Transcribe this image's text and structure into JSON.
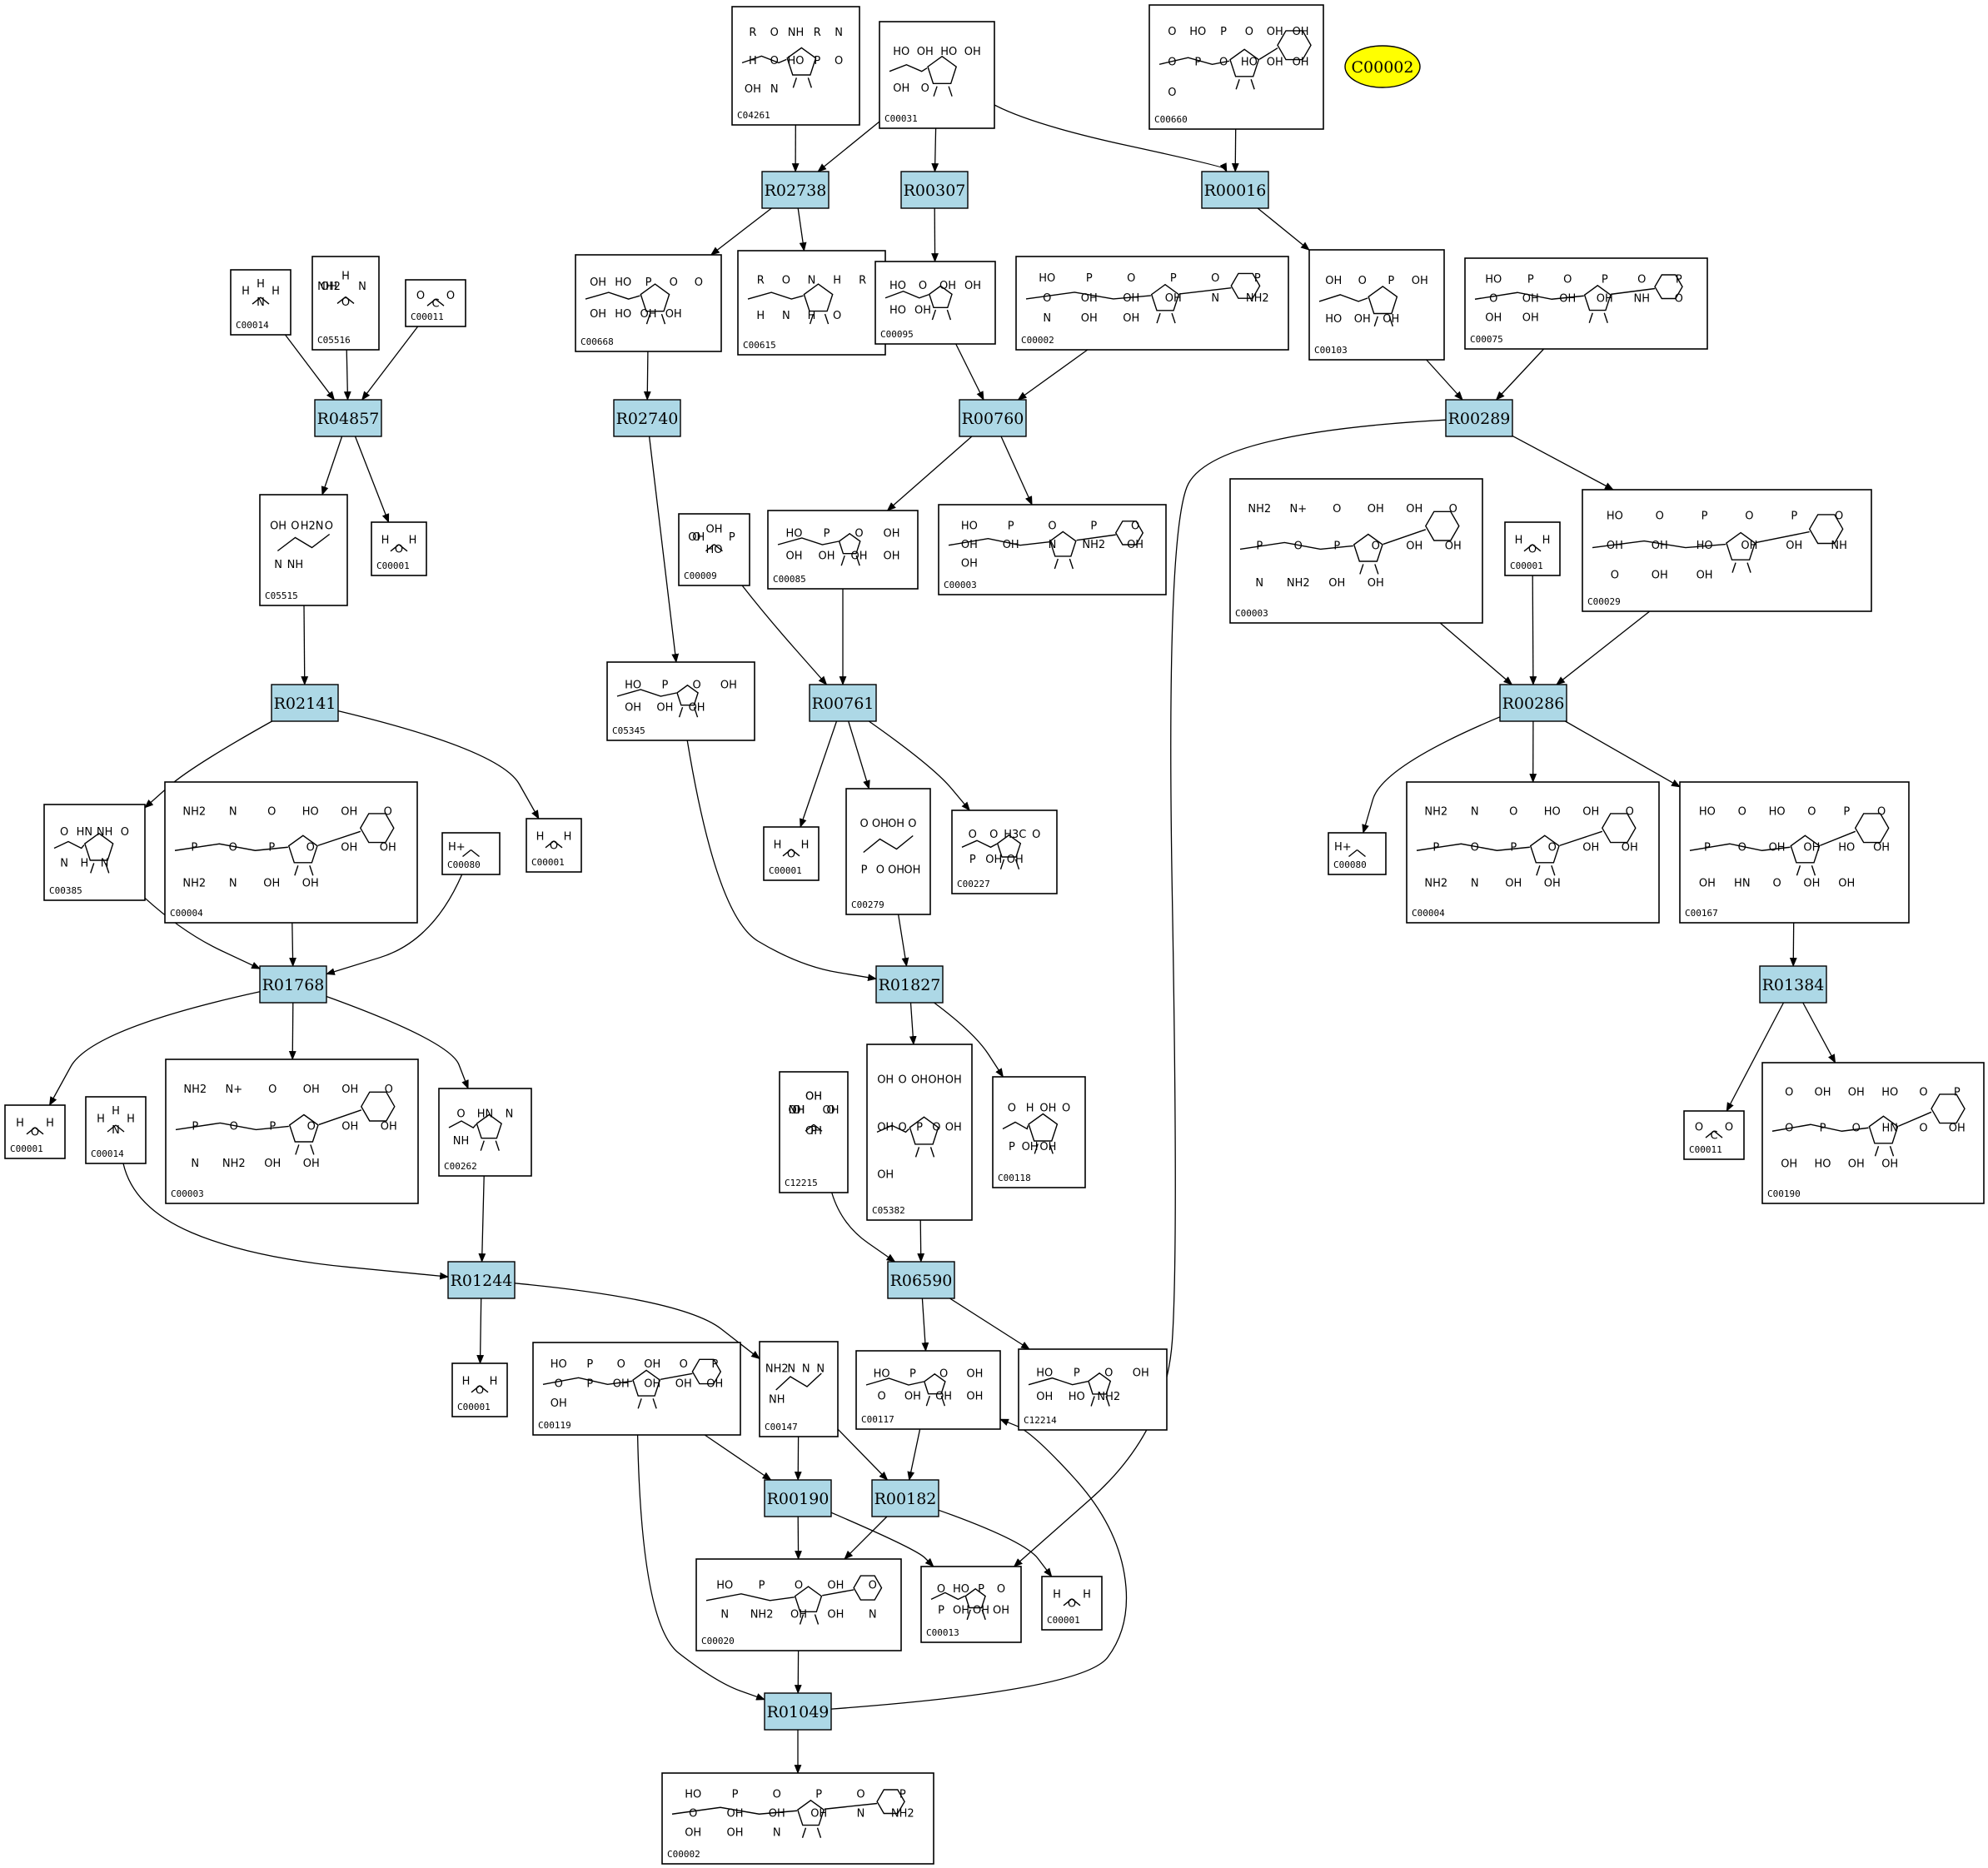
{
  "legend_compound": {
    "label": "C00002",
    "color": "#ffff00"
  },
  "colors": {
    "reaction_fill": "#add8e6",
    "background": "#ffffff"
  },
  "reactions": [
    "R02738",
    "R00307",
    "R00016",
    "R04857",
    "R02740",
    "R00760",
    "R00289",
    "R02141",
    "R00761",
    "R00286",
    "R01768",
    "R01827",
    "R01384",
    "R01244",
    "R06590",
    "R00190",
    "R00182",
    "R01049"
  ],
  "compounds": [
    {
      "id": "c04261",
      "label": "C04261",
      "glyphs": [
        "R",
        "O",
        "NH",
        "R",
        "N",
        "H",
        "O",
        "HO",
        "P",
        "O",
        "OH",
        "N"
      ]
    },
    {
      "id": "c00031",
      "label": "C00031",
      "glyphs": [
        "HO",
        "OH",
        "HO",
        "OH",
        "OH",
        "O"
      ]
    },
    {
      "id": "c00660",
      "label": "C00660",
      "glyphs": [
        "O",
        "HO",
        "P",
        "O",
        "OH",
        "OH",
        "O",
        "P",
        "O",
        "HO",
        "OH",
        "OH",
        "O"
      ]
    },
    {
      "id": "c00014a",
      "label": "C00014",
      "glyphs": [
        "H",
        "N",
        "H",
        "H"
      ]
    },
    {
      "id": "c05516",
      "label": "C05516",
      "glyphs": [
        "OH",
        "O",
        "N",
        "H",
        "NH2"
      ]
    },
    {
      "id": "c00011a",
      "label": "C00011",
      "glyphs": [
        "O",
        "C",
        "O"
      ]
    },
    {
      "id": "c00668",
      "label": "C00668",
      "glyphs": [
        "OH",
        "HO",
        "P",
        "O",
        "O",
        "OH",
        "HO",
        "OH",
        "OH"
      ]
    },
    {
      "id": "c00615",
      "label": "C00615",
      "glyphs": [
        "R",
        "O",
        "N",
        "H",
        "R",
        "H",
        "N",
        "H",
        "O"
      ]
    },
    {
      "id": "c00095",
      "label": "C00095",
      "glyphs": [
        "HO",
        "O",
        "OH",
        "OH",
        "HO",
        "OH"
      ]
    },
    {
      "id": "c00002a",
      "label": "C00002",
      "glyphs": [
        "HO",
        "P",
        "O",
        "P",
        "O",
        "P",
        "O",
        "OH",
        "OH",
        "OH",
        "N",
        "NH2",
        "N",
        "OH",
        "OH"
      ]
    },
    {
      "id": "c00103",
      "label": "C00103",
      "glyphs": [
        "OH",
        "O",
        "P",
        "OH",
        "HO",
        "OH",
        "OH"
      ]
    },
    {
      "id": "c00075",
      "label": "C00075",
      "glyphs": [
        "HO",
        "P",
        "O",
        "P",
        "O",
        "P",
        "O",
        "OH",
        "OH",
        "OH",
        "NH",
        "O",
        "OH",
        "OH"
      ]
    },
    {
      "id": "c05515",
      "label": "C05515",
      "glyphs": [
        "OH",
        "O",
        "H2N",
        "O",
        "N",
        "NH"
      ]
    },
    {
      "id": "c00001a",
      "label": "C00001",
      "glyphs": [
        "H",
        "O",
        "H"
      ]
    },
    {
      "id": "c00009",
      "label": "C00009",
      "glyphs": [
        "O",
        "HO",
        "P",
        "OH",
        "OH"
      ]
    },
    {
      "id": "c00085",
      "label": "C00085",
      "glyphs": [
        "HO",
        "P",
        "O",
        "OH",
        "OH",
        "OH",
        "OH",
        "OH"
      ]
    },
    {
      "id": "c00003a",
      "label": "C00003",
      "glyphs": [
        "HO",
        "P",
        "O",
        "P",
        "O",
        "OH",
        "OH",
        "N",
        "NH2",
        "OH",
        "OH"
      ]
    },
    {
      "id": "c00003b",
      "label": "C00003",
      "glyphs": [
        "NH2",
        "N+",
        "O",
        "OH",
        "OH",
        "O",
        "P",
        "O",
        "P",
        "O",
        "OH",
        "OH",
        "N",
        "NH2",
        "OH",
        "OH"
      ]
    },
    {
      "id": "c00001b",
      "label": "C00001",
      "glyphs": [
        "H",
        "O",
        "H"
      ]
    },
    {
      "id": "c00029",
      "label": "C00029",
      "glyphs": [
        "HO",
        "O",
        "P",
        "O",
        "P",
        "O",
        "OH",
        "OH",
        "HO",
        "OH",
        "OH",
        "NH",
        "O",
        "OH",
        "OH"
      ]
    },
    {
      "id": "c05345",
      "label": "C05345",
      "glyphs": [
        "HO",
        "P",
        "O",
        "OH",
        "OH",
        "OH",
        "OH"
      ]
    },
    {
      "id": "c00385",
      "label": "C00385",
      "glyphs": [
        "O",
        "HN",
        "NH",
        "O",
        "N",
        "H",
        "N"
      ]
    },
    {
      "id": "c00004a",
      "label": "C00004",
      "glyphs": [
        "NH2",
        "N",
        "O",
        "HO",
        "OH",
        "O",
        "P",
        "O",
        "P",
        "O",
        "OH",
        "OH",
        "NH2",
        "N",
        "OH",
        "OH"
      ]
    },
    {
      "id": "c00080a",
      "label": "C00080",
      "glyphs": [
        "H+"
      ]
    },
    {
      "id": "c00001c",
      "label": "C00001",
      "glyphs": [
        "H",
        "O",
        "H"
      ]
    },
    {
      "id": "c00001d",
      "label": "C00001",
      "glyphs": [
        "H",
        "O",
        "H"
      ]
    },
    {
      "id": "c00279",
      "label": "C00279",
      "glyphs": [
        "O",
        "OH",
        "OH",
        "O",
        "P",
        "O",
        "OH",
        "OH"
      ]
    },
    {
      "id": "c00227",
      "label": "C00227",
      "glyphs": [
        "O",
        "O",
        "H3C",
        "O",
        "P",
        "OH",
        "OH"
      ]
    },
    {
      "id": "c00080b",
      "label": "C00080",
      "glyphs": [
        "H+"
      ]
    },
    {
      "id": "c00004b",
      "label": "C00004",
      "glyphs": [
        "NH2",
        "N",
        "O",
        "HO",
        "OH",
        "O",
        "P",
        "O",
        "P",
        "O",
        "OH",
        "OH",
        "NH2",
        "N",
        "OH",
        "OH"
      ]
    },
    {
      "id": "c00167",
      "label": "C00167",
      "glyphs": [
        "HO",
        "O",
        "HO",
        "O",
        "P",
        "O",
        "P",
        "O",
        "OH",
        "OH",
        "HO",
        "OH",
        "OH",
        "HN",
        "O",
        "OH",
        "OH"
      ]
    },
    {
      "id": "c00001e",
      "label": "C00001",
      "glyphs": [
        "H",
        "O",
        "H"
      ]
    },
    {
      "id": "c00014b",
      "label": "C00014",
      "glyphs": [
        "H",
        "N",
        "H",
        "H"
      ]
    },
    {
      "id": "c00003c",
      "label": "C00003",
      "glyphs": [
        "NH2",
        "N+",
        "O",
        "OH",
        "OH",
        "O",
        "P",
        "O",
        "P",
        "O",
        "OH",
        "OH",
        "N",
        "NH2",
        "OH",
        "OH"
      ]
    },
    {
      "id": "c00262",
      "label": "C00262",
      "glyphs": [
        "O",
        "HN",
        "N",
        "NH"
      ]
    },
    {
      "id": "c05382",
      "label": "C05382",
      "glyphs": [
        "OH",
        "O",
        "OH",
        "OH",
        "OH",
        "OH",
        "O",
        "P",
        "O",
        "OH",
        "OH"
      ]
    },
    {
      "id": "c12215",
      "label": "C12215",
      "glyphs": [
        "NH",
        "OH",
        "OH",
        "OH",
        "O",
        "P",
        "O",
        "OH",
        "OH"
      ]
    },
    {
      "id": "c00118",
      "label": "C00118",
      "glyphs": [
        "O",
        "H",
        "OH",
        "O",
        "P",
        "OH",
        "OH"
      ]
    },
    {
      "id": "c00011b",
      "label": "C00011",
      "glyphs": [
        "O",
        "C",
        "O"
      ]
    },
    {
      "id": "c00190",
      "label": "C00190",
      "glyphs": [
        "O",
        "OH",
        "OH",
        "HO",
        "O",
        "P",
        "O",
        "P",
        "O",
        "HN",
        "O",
        "OH",
        "OH",
        "HO",
        "OH",
        "OH"
      ]
    },
    {
      "id": "c00001f",
      "label": "C00001",
      "glyphs": [
        "H",
        "O",
        "H"
      ]
    },
    {
      "id": "c00119",
      "label": "C00119",
      "glyphs": [
        "HO",
        "P",
        "O",
        "OH",
        "O",
        "P",
        "O",
        "P",
        "OH",
        "OH",
        "OH",
        "OH",
        "OH"
      ]
    },
    {
      "id": "c00147",
      "label": "C00147",
      "glyphs": [
        "NH2",
        "N",
        "N",
        "N",
        "NH"
      ]
    },
    {
      "id": "c00117",
      "label": "C00117",
      "glyphs": [
        "HO",
        "P",
        "O",
        "OH",
        "O",
        "OH",
        "OH",
        "OH"
      ]
    },
    {
      "id": "c12214",
      "label": "C12214",
      "glyphs": [
        "HO",
        "P",
        "O",
        "OH",
        "OH",
        "HO",
        "NH2"
      ]
    },
    {
      "id": "c00020",
      "label": "C00020",
      "glyphs": [
        "HO",
        "P",
        "O",
        "OH",
        "O",
        "N",
        "NH2",
        "OH",
        "OH",
        "N"
      ]
    },
    {
      "id": "c00013",
      "label": "C00013",
      "glyphs": [
        "O",
        "HO",
        "P",
        "O",
        "P",
        "OH",
        "OH",
        "OH"
      ]
    },
    {
      "id": "c00001g",
      "label": "C00001",
      "glyphs": [
        "H",
        "O",
        "H"
      ]
    },
    {
      "id": "c00002b",
      "label": "C00002",
      "glyphs": [
        "HO",
        "P",
        "O",
        "P",
        "O",
        "P",
        "O",
        "OH",
        "OH",
        "OH",
        "N",
        "NH2",
        "OH",
        "OH",
        "N"
      ]
    }
  ]
}
